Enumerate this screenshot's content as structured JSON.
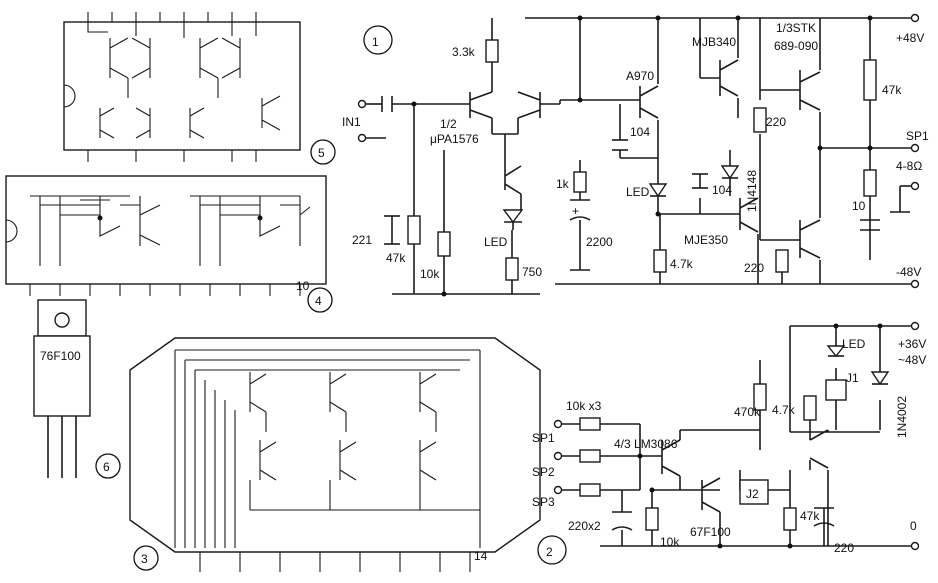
{
  "labels": {
    "ic_num_1": "1",
    "ic_num_2": "2",
    "ic_num_3": "3",
    "ic_num_4": "4",
    "ic_num_5": "5",
    "ic_num_6": "6",
    "r_3_3k": "3.3k",
    "in1": "IN1",
    "ic_1_2": "1/2",
    "upa1576": "μPA1576",
    "a970": "A970",
    "c_104_a": "104",
    "c_104_b": "104",
    "r_1k": "1k",
    "c_2200": "2200",
    "r_221": "221",
    "r_47k_a": "47k",
    "r_10k_a": "10k",
    "led_a": "LED",
    "r_750": "750",
    "led_b": "LED",
    "mjb340": "MJB340",
    "stk_1_3": "1/3STK",
    "stk_part": "689-090",
    "r_220_a": "220",
    "d_1n4148": "1N4148",
    "mje350": "MJE350",
    "r_4_7k_a": "4.7k",
    "r_220_b": "220",
    "r_47k_b": "47k",
    "sp1_out": "SP1",
    "imp_4_8": "4-8Ω",
    "r_10_out": "10",
    "plus_48v": "+48V",
    "minus_48v": "-48V",
    "led_c": "LED",
    "j1": "J1",
    "plus_36v": "+36V",
    "tilde_48v": "~48V",
    "d_1n4002": "1N4002",
    "r_470k": "470k",
    "r_4_7k_b": "4.7k",
    "r_10k_x3": "10k x3",
    "lm3086": "4/3 LM3086",
    "sp1_in": "SP1",
    "sp2_in": "SP2",
    "sp3_in": "SP3",
    "c_220x2": "220x2",
    "r_10k_b": "10k",
    "part_67f100": "67F100",
    "j2": "J2",
    "r_47k_c": "47k",
    "c_220": "220",
    "zero_v": "0",
    "part_76f100": "76F100",
    "pin_10": "10",
    "pin_14": "14"
  }
}
